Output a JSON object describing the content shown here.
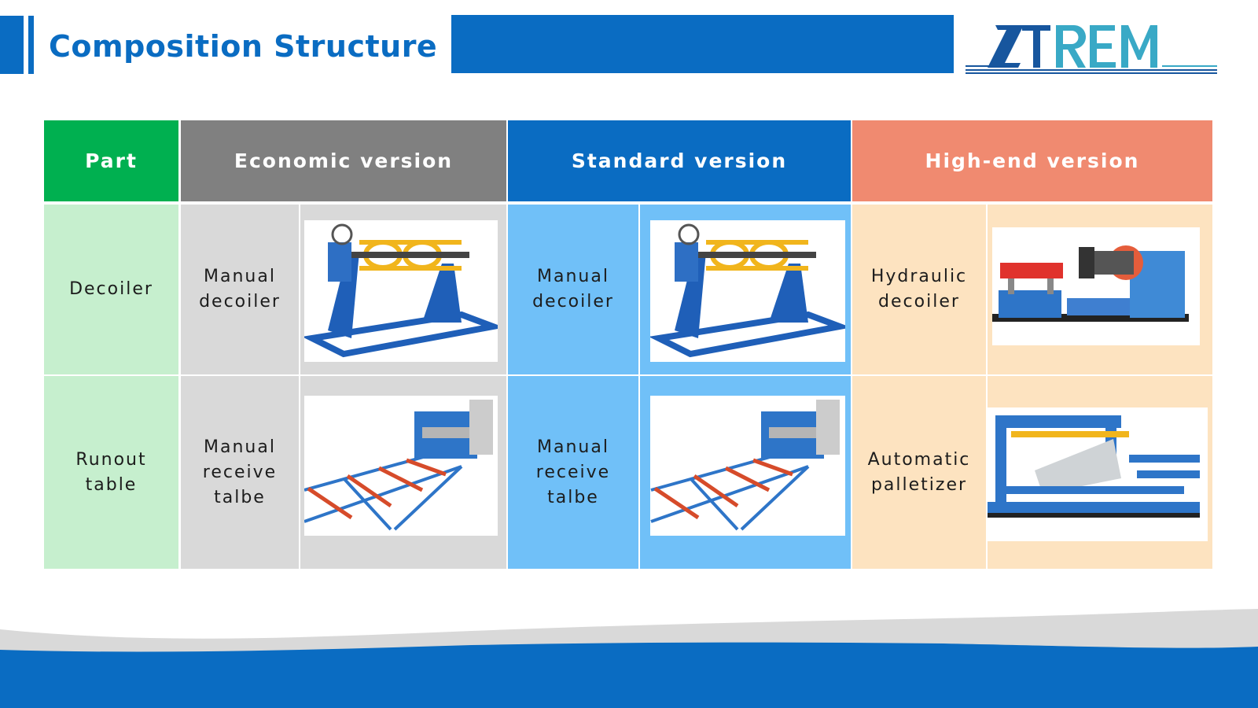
{
  "header": {
    "title": "Composition Structure",
    "logo_text": "ZTREM",
    "accent_color": "#0a6cc2"
  },
  "table": {
    "columns": [
      {
        "label": "Part",
        "color": "#00b050"
      },
      {
        "label": "Economic version",
        "color": "#808080"
      },
      {
        "label": "Standard version",
        "color": "#0a6cc2"
      },
      {
        "label": "High-end version",
        "color": "#f08a70"
      }
    ],
    "rows": [
      {
        "part": "Decoiler",
        "economic": "Manual\ndecoiler",
        "standard": "Manual\ndecoiler",
        "high_end": "Hydraulic\ndecoiler",
        "economic_image": "manual-decoiler-image",
        "standard_image": "manual-decoiler-image",
        "high_end_image": "hydraulic-decoiler-image"
      },
      {
        "part": "Runout\ntable",
        "economic": "Manual\nreceive\ntalbe",
        "standard": "Manual\nreceive\ntalbe",
        "high_end": "Automatic\npalletizer",
        "economic_image": "runout-table-image",
        "standard_image": "runout-table-image",
        "high_end_image": "automatic-palletizer-image"
      }
    ],
    "body_colors": {
      "part": "#c6efce",
      "economic": "#d9d9d9",
      "standard": "#70c0f8",
      "high_end": "#fde3c0"
    }
  }
}
